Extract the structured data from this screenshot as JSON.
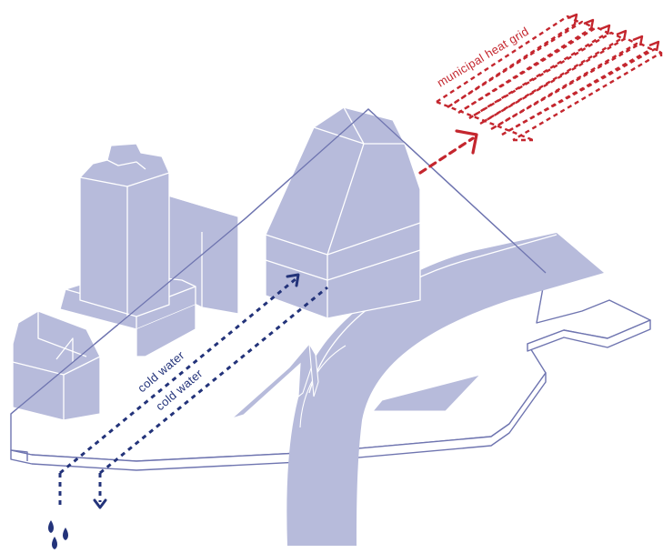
{
  "labels": {
    "heat_grid": "municipal heat grid",
    "cold_water_1": "cold water",
    "cold_water_2": "cold water"
  },
  "colors": {
    "building_fill": "#b7bbdb",
    "outline": "#6f75b0",
    "cold_water_arrow": "#23337a",
    "heat_arrow": "#c4262e",
    "background": "#ffffff"
  },
  "icons": {
    "water_drops": "water-drop-icon"
  }
}
